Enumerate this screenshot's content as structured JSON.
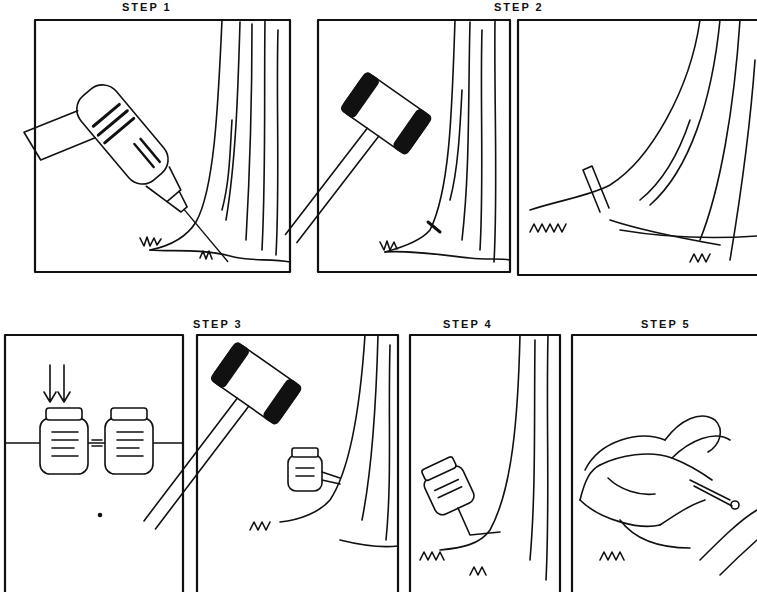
{
  "diagram": {
    "labels": [
      "STEP 1",
      "STEP 2",
      "STEP 3",
      "STEP 4",
      "STEP 5"
    ]
  }
}
